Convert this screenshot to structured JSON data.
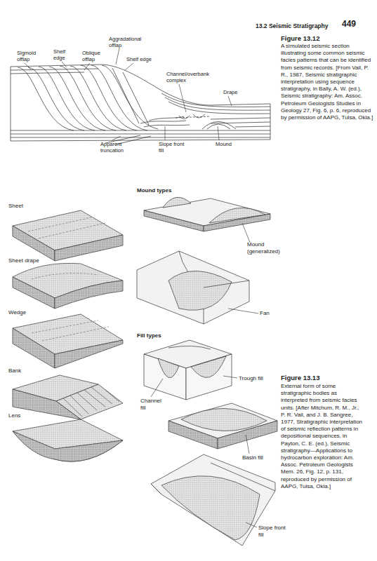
{
  "diagram": {
    "labels": [
      "13.2 Seismic Stratigraphy",
      "449",
      "Aggradational offlap",
      "Sigmoid offlap",
      "Shelf edge",
      "Oblique offlap",
      "Shelf edge",
      "Channel/overbank complex",
      "Drape",
      "Apparent truncation",
      "Slope front fill",
      "Mound",
      "Figure 13.12",
      "A simulated seismic section illustrating some common seismic facies patterns that can be identified from seismic records. [From Vail, P. R., 1987, Seismic stratigraphic interpretation using sequence stratigraphy, in Bally, A. W. (ed.), Seismic stratigraphy: Am. Assoc. Petroleum Geologists Studies in Geology 27, Fig. 6, p. 6, reproduced by permission of AAPG, Tulsa, Okla.]",
      "Sheet",
      "Mound types",
      "Mound (generalized)",
      "Sheet drape",
      "Fan",
      "Wedge",
      "Fill types",
      "Bank",
      "Trough fill",
      "Channel fill",
      "Lens",
      "Basin fill",
      "Figure 13.13",
      "External form of some stratigraphic bodies as interpreted from seismic facies units. [After Mitchum, R. M., Jr., P. R. Vail, and J. B. Sangree, 1977, Stratigraphic interpretation of seismic reflection patterns in depositional sequences, in Payton, C. E. (ed.), Seismic stratigraphy—Applications to hydrocarbon exploration: Am. Assoc. Petroleum Geologists Mem. 26, Fig. 12, p. 131, reproduced by permission of AAPG, Tulsa, Okla.]",
      "Slope front fill"
    ]
  }
}
